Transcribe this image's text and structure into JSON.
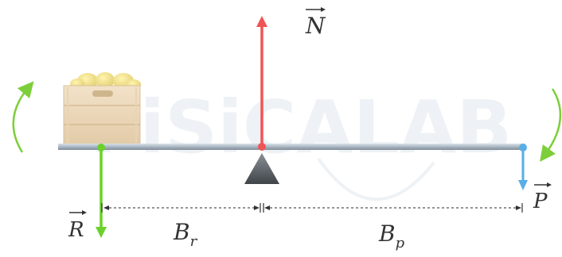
{
  "watermark": {
    "text": "FiSiCALAB"
  },
  "forces": {
    "normal": {
      "label": "N",
      "color": "#f05555"
    },
    "resistance": {
      "label": "R",
      "color": "#6bd12a"
    },
    "power": {
      "label": "P",
      "color": "#5aaee6"
    }
  },
  "arms": {
    "resistance_arm": {
      "label": "B",
      "subscript": "r"
    },
    "power_arm": {
      "label": "B",
      "subscript": "p"
    }
  },
  "rotation_arrows": {
    "color": "#7ccf3a"
  },
  "icons": {
    "load": "crate-of-potatoes-icon",
    "fulcrum": "triangle-fulcrum-icon"
  }
}
